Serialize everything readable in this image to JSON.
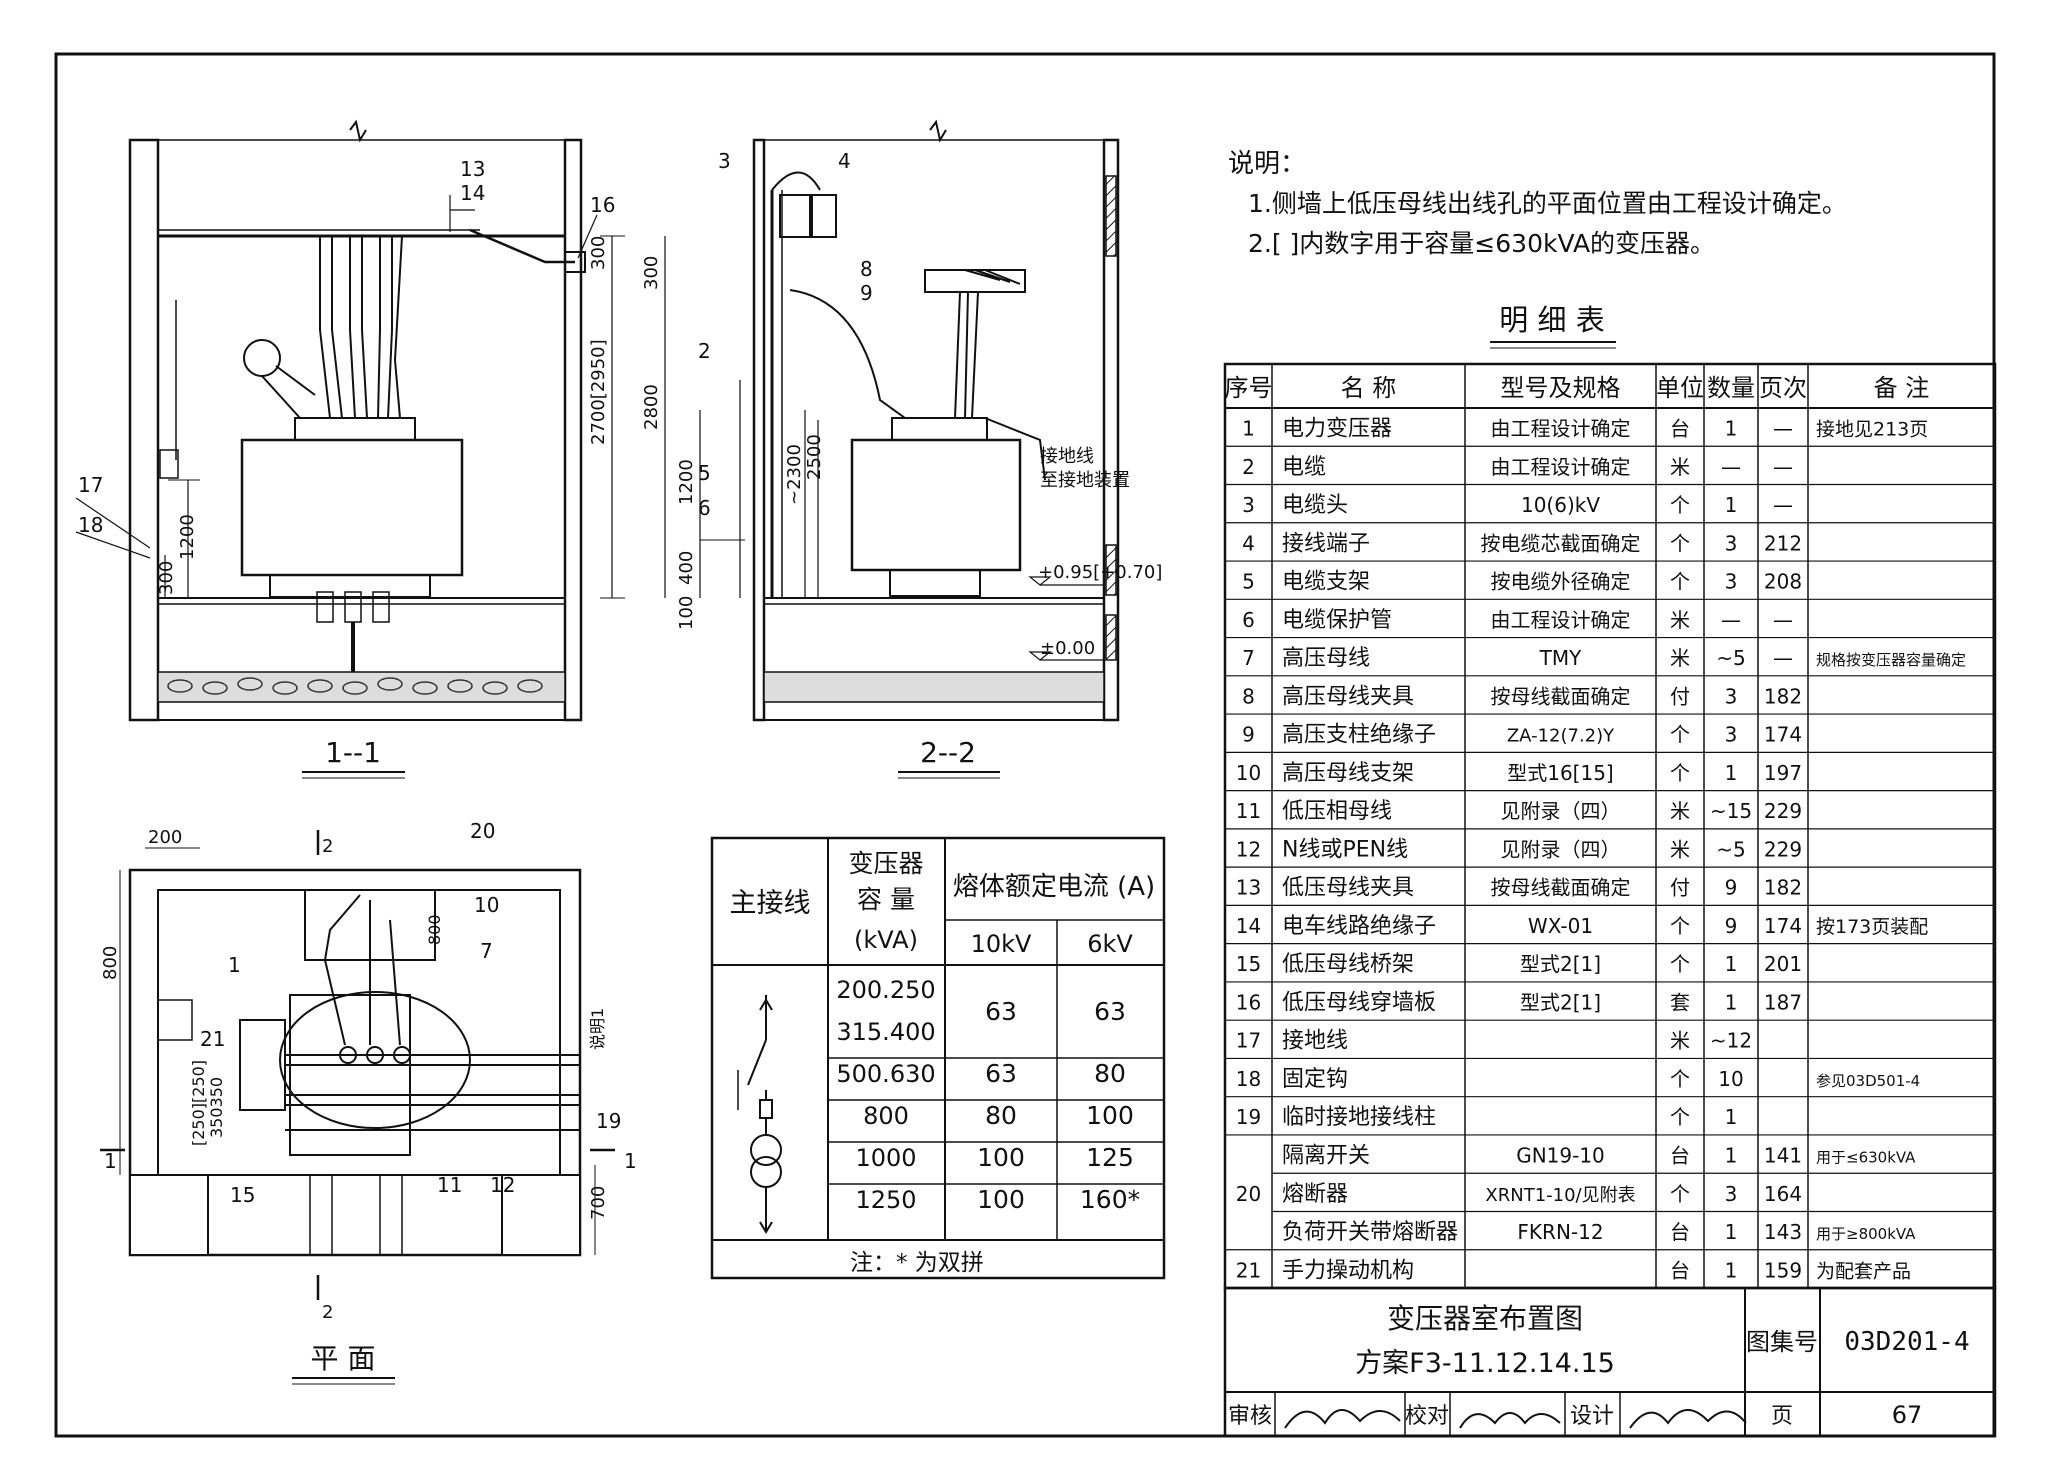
{
  "notes": {
    "heading": "说明：",
    "items": [
      "1.侧墙上低压母线出线孔的平面位置由工程设计确定。",
      "2.[ ]内数字用于容量≤630kVA的变压器。"
    ]
  },
  "section_views": [
    {
      "title": "1--1"
    },
    {
      "title": "2--2"
    },
    {
      "title": "平  面"
    }
  ],
  "callouts_1_1": [
    "13",
    "14",
    "16",
    "17",
    "18"
  ],
  "dims_1_1": [
    "300",
    "2700[2950]",
    "1200",
    "300"
  ],
  "callouts_2_2": [
    "3",
    "4",
    "8",
    "9",
    "2",
    "5",
    "6"
  ],
  "dims_2_2": [
    "300",
    "2800",
    "~2300",
    "2500",
    "1200",
    "400",
    "100"
  ],
  "labels_2_2": {
    "ground_line_1": "接地线",
    "ground_line_2": "至接地装置",
    "level_1": "+0.95[+0.70]",
    "level_0": "±0.00"
  },
  "callouts_plan": [
    "200",
    "2",
    "20",
    "10",
    "800",
    "7",
    "1",
    "800",
    "21",
    "说明1",
    "[250][250]",
    "350350",
    "19",
    "1",
    "1",
    "15",
    "11",
    "12",
    "700",
    "2"
  ],
  "detail_table": {
    "title": "明 细 表",
    "headers": [
      "序号",
      "名    称",
      "型号及规格",
      "单位",
      "数量",
      "页次",
      "备    注"
    ],
    "rows": [
      [
        "1",
        "电力变压器",
        "由工程设计确定",
        "台",
        "1",
        "—",
        "接地见213页"
      ],
      [
        "2",
        "电缆",
        "由工程设计确定",
        "米",
        "—",
        "—",
        ""
      ],
      [
        "3",
        "电缆头",
        "10(6)kV",
        "个",
        "1",
        "—",
        ""
      ],
      [
        "4",
        "接线端子",
        "按电缆芯截面确定",
        "个",
        "3",
        "212",
        ""
      ],
      [
        "5",
        "电缆支架",
        "按电缆外径确定",
        "个",
        "3",
        "208",
        ""
      ],
      [
        "6",
        "电缆保护管",
        "由工程设计确定",
        "米",
        "—",
        "—",
        ""
      ],
      [
        "7",
        "高压母线",
        "TMY",
        "米",
        "~5",
        "—",
        "规格按变压器容量确定"
      ],
      [
        "8",
        "高压母线夹具",
        "按母线截面确定",
        "付",
        "3",
        "182",
        ""
      ],
      [
        "9",
        "高压支柱绝缘子",
        "ZA-12(7.2)Y",
        "个",
        "3",
        "174",
        ""
      ],
      [
        "10",
        "高压母线支架",
        "型式16[15]",
        "个",
        "1",
        "197",
        ""
      ],
      [
        "11",
        "低压相母线",
        "见附录（四）",
        "米",
        "~15",
        "229",
        ""
      ],
      [
        "12",
        "N线或PEN线",
        "见附录（四）",
        "米",
        "~5",
        "229",
        ""
      ],
      [
        "13",
        "低压母线夹具",
        "按母线截面确定",
        "付",
        "9",
        "182",
        ""
      ],
      [
        "14",
        "电车线路绝缘子",
        "WX-01",
        "个",
        "9",
        "174",
        "按173页装配"
      ],
      [
        "15",
        "低压母线桥架",
        "型式2[1]",
        "个",
        "1",
        "201",
        ""
      ],
      [
        "16",
        "低压母线穿墙板",
        "型式2[1]",
        "套",
        "1",
        "187",
        ""
      ],
      [
        "17",
        "接地线",
        "",
        "米",
        "~12",
        "",
        ""
      ],
      [
        "18",
        "固定钩",
        "",
        "个",
        "10",
        "",
        "参见03D501-4"
      ],
      [
        "19",
        "临时接地接线柱",
        "",
        "个",
        "1",
        "",
        ""
      ],
      [
        "20",
        "隔离开关",
        "GN19-10",
        "台",
        "1",
        "141",
        "用于≤630kVA"
      ],
      [
        "",
        "熔断器",
        "XRNT1-10/见附表",
        "个",
        "3",
        "164",
        ""
      ],
      [
        "",
        "负荷开关带熔断器",
        "FKRN-12",
        "台",
        "1",
        "143",
        "用于≥800kVA"
      ],
      [
        "21",
        "手力操动机构",
        "",
        "台",
        "1",
        "159",
        "为配套产品"
      ]
    ]
  },
  "fuse_table": {
    "col_main": "主接线",
    "col_capacity": [
      "变压器",
      "容  量",
      "(kVA)"
    ],
    "col_current": "熔体额定电流 (A)",
    "col_10kv": "10kV",
    "col_6kv": "6kV",
    "rows": [
      {
        "capacity": "200.250",
        "capacity2": "315.400",
        "kv10": "63",
        "kv6": "63"
      },
      {
        "capacity": "500.630",
        "capacity2": "",
        "kv10": "63",
        "kv6": "80"
      },
      {
        "capacity": "800",
        "capacity2": "",
        "kv10": "80",
        "kv6": "100"
      },
      {
        "capacity": "1000",
        "capacity2": "",
        "kv10": "100",
        "kv6": "125"
      },
      {
        "capacity": "1250",
        "capacity2": "",
        "kv10": "100",
        "kv6": "160*"
      }
    ],
    "note": "注：* 为双拼"
  },
  "title_block": {
    "title": "变压器室布置图",
    "subtitle": "方案F3-11.12.14.15",
    "atlas_label": "图集号",
    "atlas_no": "03D201-4",
    "review_label": "审核",
    "check_label": "校对",
    "design_label": "设计",
    "page_label": "页",
    "page_no": "67"
  }
}
